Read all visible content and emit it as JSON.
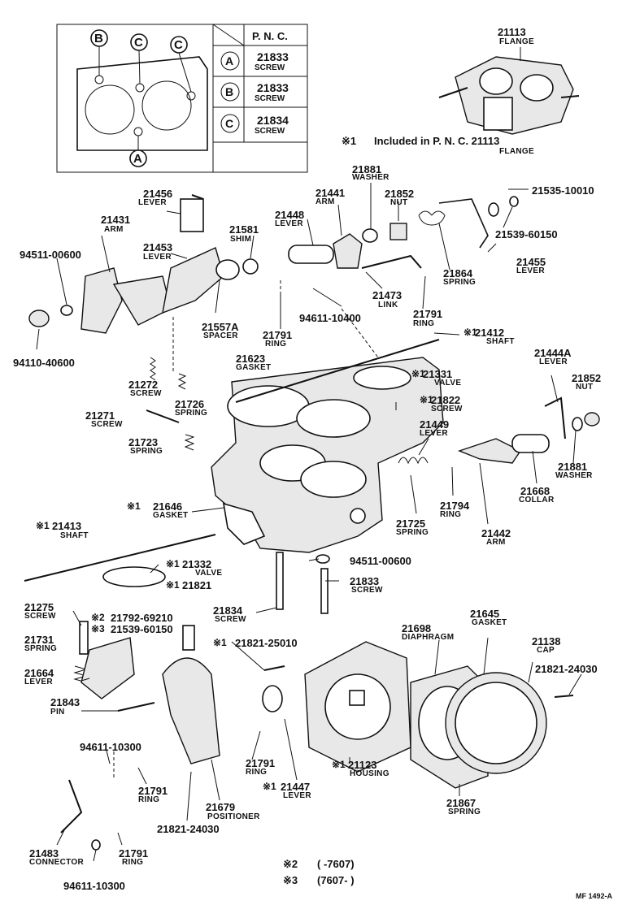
{
  "table": {
    "header": "P. N. C.",
    "rows": [
      {
        "key": "A",
        "pnc": "21833",
        "name": "SCREW"
      },
      {
        "key": "B",
        "pnc": "21833",
        "name": "SCREW"
      },
      {
        "key": "C",
        "pnc": "21834",
        "name": "SCREW"
      }
    ],
    "gasket_callouts": {
      "b": "B",
      "c1": "C",
      "c2": "C",
      "a": "A"
    }
  },
  "note1": {
    "mark": "※1",
    "text": "Included in P. N. C. 21113",
    "sub": "FLANGE"
  },
  "note2": {
    "mark": "※2",
    "text": "(      -7607)"
  },
  "note3": {
    "mark": "※3",
    "text": "(7607-       )"
  },
  "figure_code": "MF 1492-A",
  "parts": {
    "p21113": {
      "num": "21113",
      "name": "FLANGE"
    },
    "p21881a": {
      "num": "21881",
      "name": "WASHER"
    },
    "p21441": {
      "num": "21441",
      "name": "ARM"
    },
    "p21852a": {
      "num": "21852",
      "name": "NUT"
    },
    "p21535": {
      "num": "21535-10010"
    },
    "p21456": {
      "num": "21456",
      "name": "LEVER"
    },
    "p21431": {
      "num": "21431",
      "name": "ARM"
    },
    "p21448": {
      "num": "21448",
      "name": "LEVER"
    },
    "p21581": {
      "num": "21581",
      "name": "SHIM"
    },
    "p21539a": {
      "num": "21539-60150"
    },
    "p94511a": {
      "num": "94511-00600"
    },
    "p21453": {
      "num": "21453",
      "name": "LEVER"
    },
    "p21455": {
      "num": "21455",
      "name": "LEVER"
    },
    "p21864": {
      "num": "21864",
      "name": "SPRING"
    },
    "p21473": {
      "num": "21473",
      "name": "LINK"
    },
    "p94611a": {
      "num": "94611-10400"
    },
    "p21557": {
      "num": "21557A",
      "name": "SPACER"
    },
    "p21791a": {
      "num": "21791",
      "name": "RING"
    },
    "p21791b": {
      "num": "21791",
      "name": "RING"
    },
    "p94110": {
      "num": "94110-40600"
    },
    "p21412": {
      "star": "※1",
      "num": "21412",
      "name": "SHAFT"
    },
    "p21623": {
      "num": "21623",
      "name": "GASKET"
    },
    "p21444": {
      "num": "21444A",
      "name": "LEVER"
    },
    "p21272": {
      "num": "21272",
      "name": "SCREW"
    },
    "p21331": {
      "star": "※1",
      "num": "21331",
      "name": "VALVE"
    },
    "p21852b": {
      "num": "21852",
      "name": "NUT"
    },
    "p21726": {
      "num": "21726",
      "name": "SPRING"
    },
    "p21822": {
      "star": "※1",
      "num": "21822",
      "name": "SCREW"
    },
    "p21271": {
      "num": "21271",
      "name": "SCREW"
    },
    "p21449": {
      "num": "21449",
      "name": "LEVER"
    },
    "p21723": {
      "num": "21723",
      "name": "SPRING"
    },
    "p21881b": {
      "num": "21881",
      "name": "WASHER"
    },
    "p21646": {
      "star": "※1",
      "num": "21646",
      "name": "GASKET"
    },
    "p21794": {
      "num": "21794",
      "name": "RING"
    },
    "p21668": {
      "num": "21668",
      "name": "COLLAR"
    },
    "p21413": {
      "star": "※1",
      "num": "21413",
      "name": "SHAFT"
    },
    "p21725": {
      "num": "21725",
      "name": "SPRING"
    },
    "p21442": {
      "num": "21442",
      "name": "ARM"
    },
    "p94511b": {
      "num": "94511-00600"
    },
    "p21332": {
      "star": "※1",
      "num": "21332",
      "name": "VALVE"
    },
    "p21821a": {
      "star": "※1",
      "num": "21821",
      "name": "SCREW"
    },
    "p21833": {
      "num": "21833",
      "name": "SCREW"
    },
    "p21275": {
      "num": "21275",
      "name": "SCREW"
    },
    "p21834": {
      "num": "21834",
      "name": "SCREW"
    },
    "p21792": {
      "star": "※2",
      "num": "21792-69210"
    },
    "p21539b": {
      "star": "※3",
      "num": "21539-60150"
    },
    "p21731": {
      "num": "21731",
      "name": "SPRING"
    },
    "p21645": {
      "num": "21645",
      "name": "GASKET"
    },
    "p21698": {
      "num": "21698",
      "name": "DIAPHRAGM"
    },
    "p21138": {
      "num": "21138",
      "name": "CAP"
    },
    "p21821b": {
      "star": "※1",
      "num": "21821-25010"
    },
    "p21664": {
      "num": "21664",
      "name": "LEVER"
    },
    "p21821c": {
      "num": "21821-24030"
    },
    "p21843": {
      "num": "21843",
      "name": "PIN"
    },
    "p94611b": {
      "num": "94611-10300"
    },
    "p21791c": {
      "num": "21791",
      "name": "RING"
    },
    "p21791d": {
      "num": "21791",
      "name": "RING"
    },
    "p21123": {
      "star": "※1",
      "num": "21123",
      "name": "HOUSING"
    },
    "p21447": {
      "star": "※1",
      "num": "21447",
      "name": "LEVER"
    },
    "p21867": {
      "num": "21867",
      "name": "SPRING"
    },
    "p21679": {
      "num": "21679",
      "name": "POSITIONER"
    },
    "p21483": {
      "num": "21483",
      "name": "CONNECTOR"
    },
    "p21791e": {
      "num": "21791",
      "name": "RING"
    },
    "p21821d": {
      "num": "21821-24030"
    },
    "p94611c": {
      "num": "94611-10300"
    }
  }
}
